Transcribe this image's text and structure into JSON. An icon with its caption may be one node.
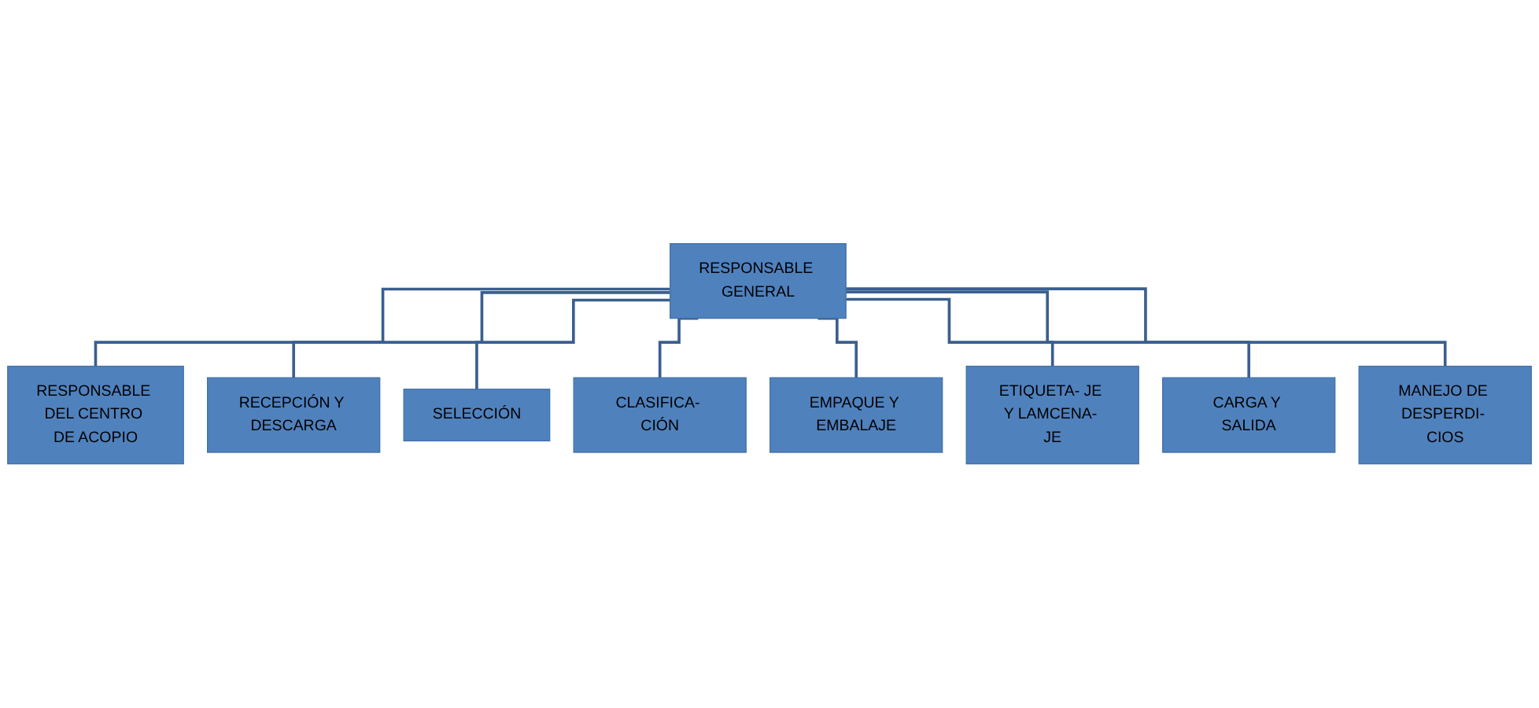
{
  "diagram": {
    "nodes": [
      {
        "text": [
          "RESPONSABLE GENERAL"
        ]
      },
      {
        "text": [
          "RESPONSABLE DEL CENTRO DE ACOPIO"
        ]
      },
      {
        "text": [
          "RECEPCIÓN Y DESCARGA"
        ]
      },
      {
        "text": [
          "SELECCIÓN"
        ]
      },
      {
        "text": [
          "CLASIFICA- CIÓN"
        ]
      },
      {
        "text": [
          "EMPAQUE Y EMBALAJE"
        ]
      },
      {
        "text": [
          "ETIQUETA- JE Y LAMCENA- JE"
        ]
      },
      {
        "text": [
          "CARGA Y SALIDA"
        ]
      },
      {
        "text": [
          "MANEJO DE DESPERDI- CIOS"
        ]
      }
    ],
    "edges": [
      {
        "from": 0,
        "to": 1,
        "arrow": "none"
      },
      {
        "from": 0,
        "to": 2,
        "arrow": "none"
      },
      {
        "from": 0,
        "to": 3,
        "arrow": "none"
      },
      {
        "from": 0,
        "to": 4,
        "arrow": "none"
      },
      {
        "from": 0,
        "to": 5,
        "arrow": "none"
      },
      {
        "from": 0,
        "to": 6,
        "arrow": "none"
      },
      {
        "from": 0,
        "to": 7,
        "arrow": "none"
      },
      {
        "from": 0,
        "to": 8,
        "arrow": "none"
      }
    ]
  }
}
